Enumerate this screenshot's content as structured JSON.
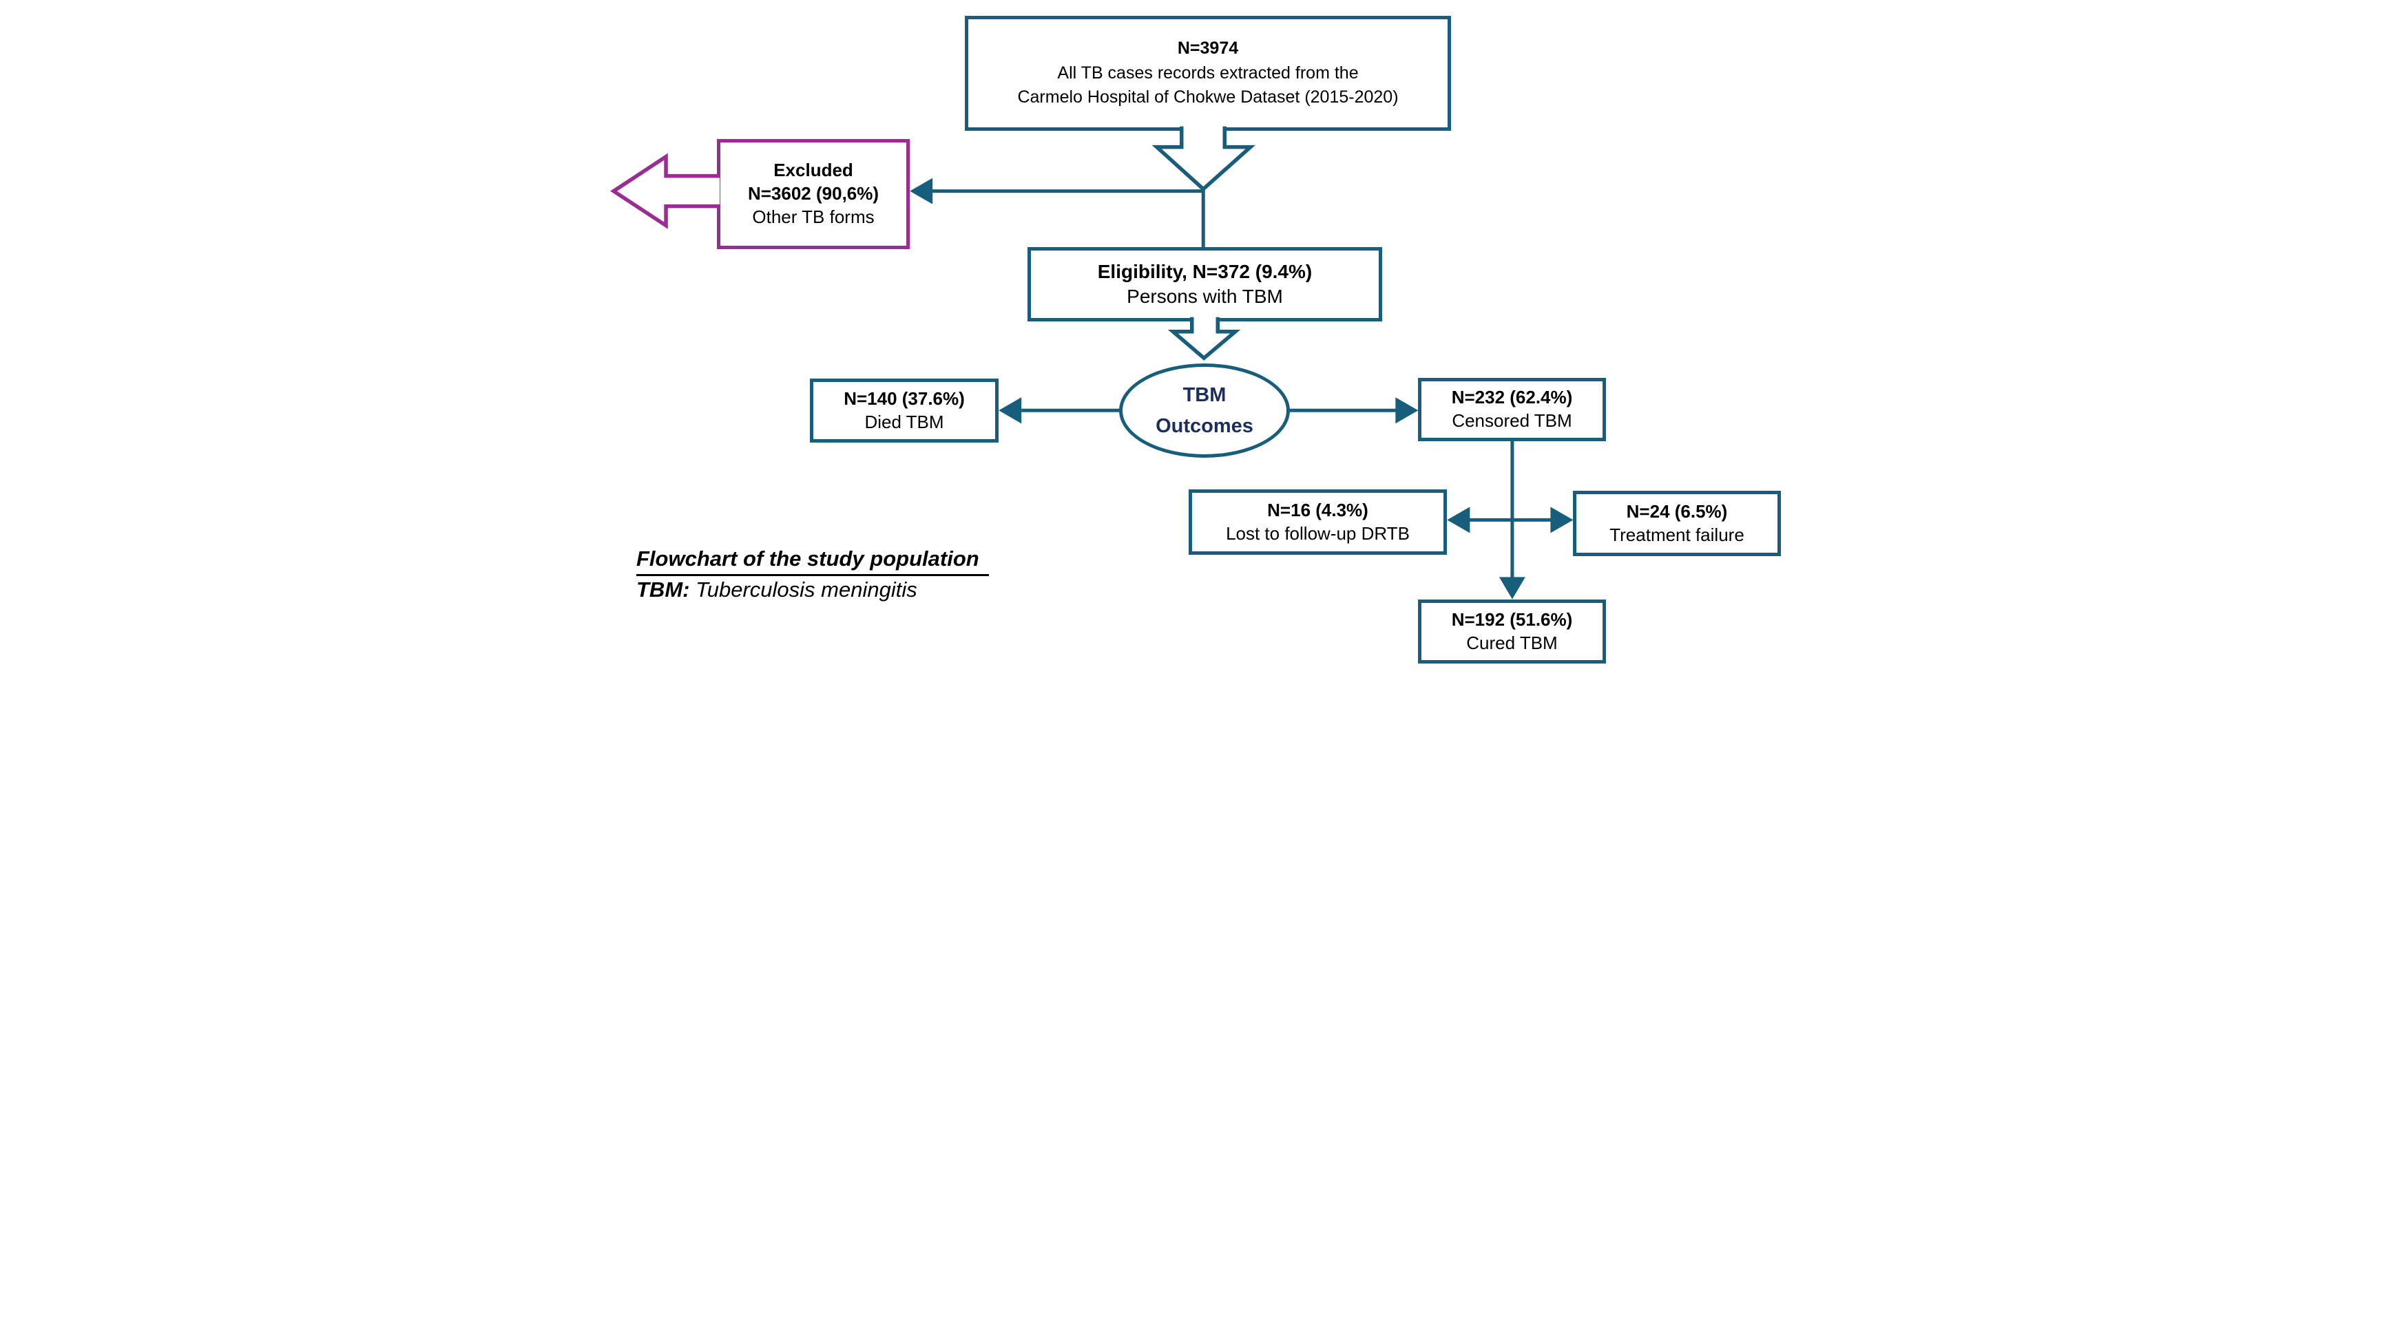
{
  "figure": {
    "source": {
      "n": "N=3974",
      "line1": "All TB cases records extracted from the",
      "line2": "Carmelo Hospital of Chokwe Dataset (2015-2020)"
    },
    "excluded": {
      "title": "Excluded",
      "n": "N=3602 (90,6%)",
      "label": "Other TB forms"
    },
    "eligibility": {
      "n": "Eligibility, N=372 (9.4%)",
      "label": "Persons with TBM"
    },
    "outcomes": {
      "line1": "TBM",
      "line2": "Outcomes"
    },
    "died": {
      "n": "N=140 (37.6%)",
      "label": "Died TBM"
    },
    "censored": {
      "n": "N=232 (62.4%)",
      "label": "Censored TBM"
    },
    "lost": {
      "n": "N=16 (4.3%)",
      "label": "Lost to follow-up DRTB"
    },
    "failure": {
      "n": "N=24 (6.5%)",
      "label": "Treatment failure"
    },
    "cured": {
      "n": "N=192 (51.6%)",
      "label": "Cured TBM"
    }
  },
  "caption": {
    "title": "Flowchart of the study population",
    "abbr": "TBM:",
    "definition": "Tuberculosis meningitis"
  },
  "palette": {
    "teal": "#175e7d",
    "purple": "#9c2b93",
    "navy": "#1c2e5f",
    "text": "#000000",
    "background": "#ffffff"
  }
}
